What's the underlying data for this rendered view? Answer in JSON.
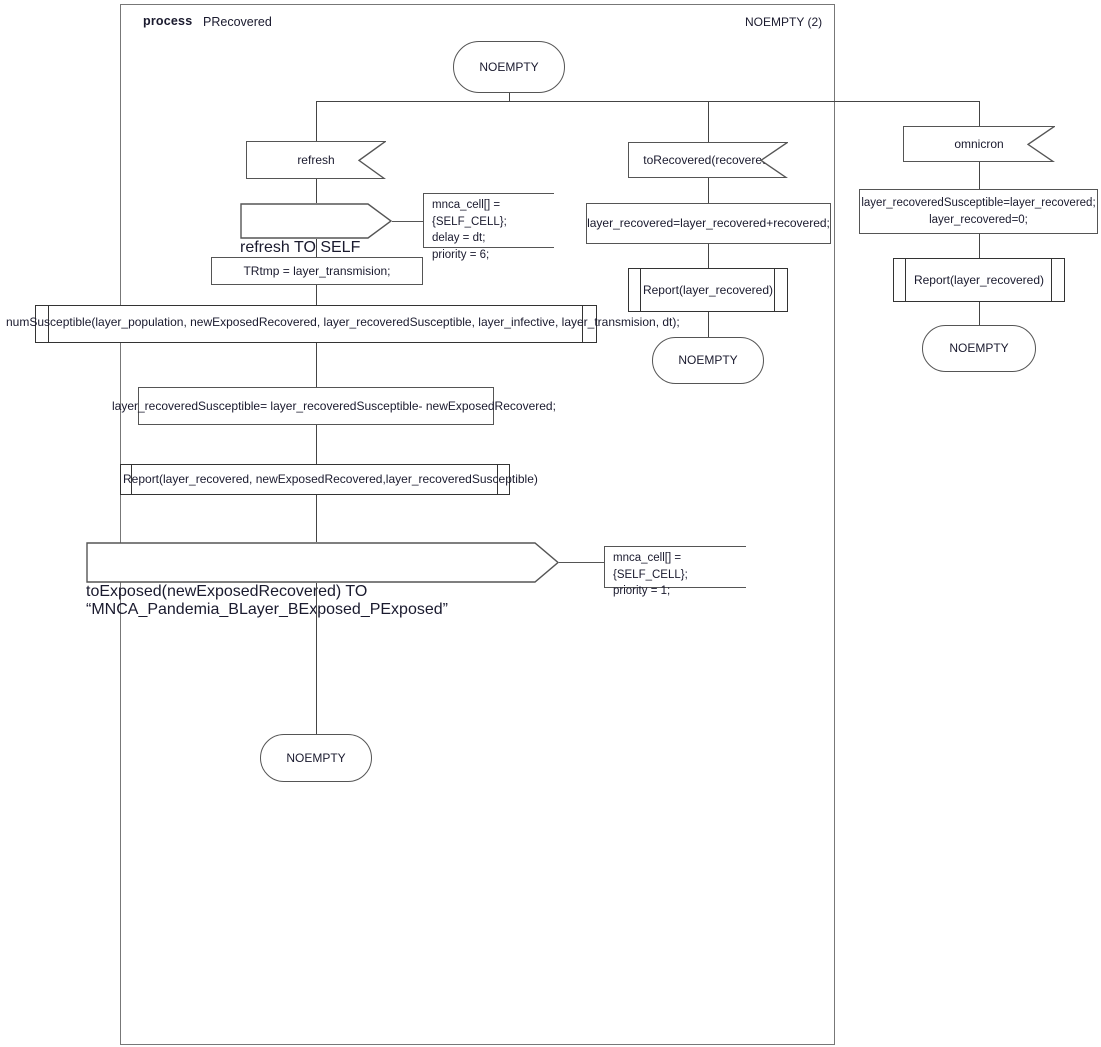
{
  "diagram": {
    "type": "sdl-process-diagram",
    "frame": {
      "keyword": "process",
      "name": "PRecovered",
      "corner_label": "NOEMPTY (2)"
    },
    "start_state": {
      "label": "NOEMPTY"
    },
    "branches": {
      "left": {
        "input": {
          "label": "refresh"
        },
        "output": {
          "label": "refresh TO SELF"
        },
        "output_comment": {
          "text": "mnca_cell[] = {SELF_CELL};\ndelay = dt;\npriority = 6;"
        },
        "task_trtmp": {
          "label": "TRtmp  = layer_transmision;"
        },
        "procedure_numsusceptible": {
          "label": "numSusceptible(layer_population, newExposedRecovered, layer_recoveredSusceptible, layer_infective, layer_transmision, dt);"
        },
        "task_recovered_susceptible": {
          "label": "layer_recoveredSusceptible= layer_recoveredSusceptible- newExposedRecovered;"
        },
        "procedure_report": {
          "label": "Report(layer_recovered, newExposedRecovered,layer_recoveredSusceptible)"
        },
        "output_toexposed": {
          "label": "toExposed(newExposedRecovered) TO “MNCA_Pandemia_BLayer_BExposed_PExposed”"
        },
        "output_toexposed_comment": {
          "text": "mnca_cell[] = {SELF_CELL};\npriority = 1;"
        },
        "end_state": {
          "label": "NOEMPTY"
        }
      },
      "middle": {
        "input": {
          "label": "toRecovered(recovered)"
        },
        "task": {
          "label": "layer_recovered=layer_recovered+recovered;"
        },
        "procedure_report": {
          "label": "Report(layer_recovered)"
        },
        "end_state": {
          "label": "NOEMPTY"
        }
      },
      "right": {
        "input": {
          "label": "omnicron"
        },
        "task": {
          "label": "layer_recoveredSusceptible=layer_recovered;\nlayer_recovered=0;"
        },
        "procedure_report": {
          "label": "Report(layer_recovered)"
        },
        "end_state": {
          "label": "NOEMPTY"
        }
      }
    },
    "colors": {
      "stroke": "#555555",
      "stroke_dark": "#333333",
      "background": "#ffffff",
      "text": "#1a1a2e"
    }
  }
}
